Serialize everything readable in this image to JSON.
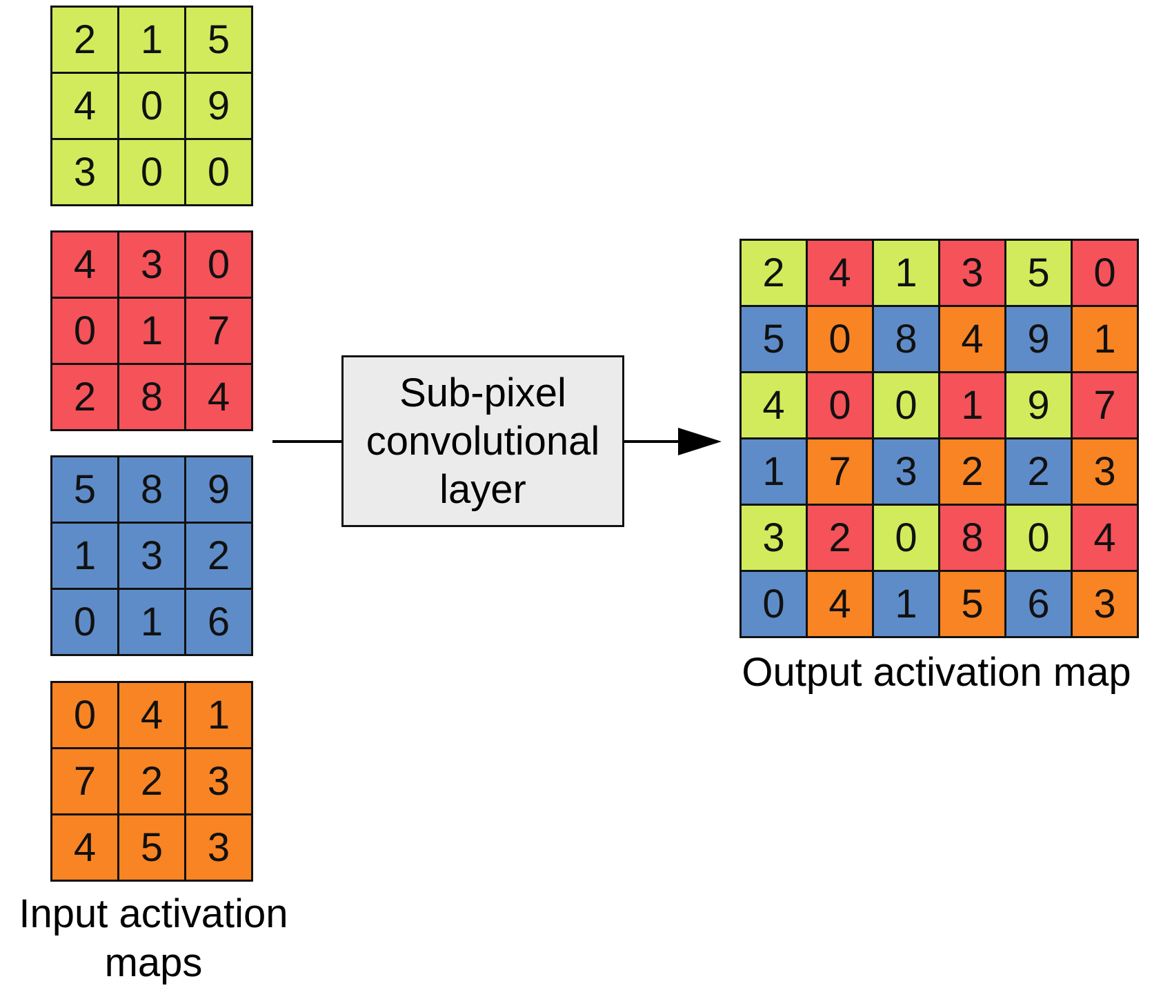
{
  "colors": {
    "green": "#d2eb5c",
    "red": "#f55259",
    "blue": "#5e8cc8",
    "orange": "#f98424",
    "box_fill": "#ebebeb",
    "border": "#111111"
  },
  "input_maps": [
    {
      "color": "green",
      "values": [
        [
          2,
          1,
          5
        ],
        [
          4,
          0,
          9
        ],
        [
          3,
          0,
          0
        ]
      ]
    },
    {
      "color": "red",
      "values": [
        [
          4,
          3,
          0
        ],
        [
          0,
          1,
          7
        ],
        [
          2,
          8,
          4
        ]
      ]
    },
    {
      "color": "blue",
      "values": [
        [
          5,
          8,
          9
        ],
        [
          1,
          3,
          2
        ],
        [
          0,
          1,
          6
        ]
      ]
    },
    {
      "color": "orange",
      "values": [
        [
          0,
          4,
          1
        ],
        [
          7,
          2,
          3
        ],
        [
          4,
          5,
          3
        ]
      ]
    }
  ],
  "input_label": [
    "Input activation",
    "maps"
  ],
  "process_box": {
    "lines": [
      "Sub-pixel",
      "convolutional",
      "layer"
    ]
  },
  "output_map": {
    "values": [
      [
        2,
        4,
        1,
        3,
        5,
        0
      ],
      [
        5,
        0,
        8,
        4,
        9,
        1
      ],
      [
        4,
        0,
        0,
        1,
        9,
        7
      ],
      [
        1,
        7,
        3,
        2,
        2,
        3
      ],
      [
        3,
        2,
        0,
        8,
        0,
        4
      ],
      [
        0,
        4,
        1,
        5,
        6,
        3
      ]
    ],
    "colors": [
      [
        "green",
        "red",
        "green",
        "red",
        "green",
        "red"
      ],
      [
        "blue",
        "orange",
        "blue",
        "orange",
        "blue",
        "orange"
      ],
      [
        "green",
        "red",
        "green",
        "red",
        "green",
        "red"
      ],
      [
        "blue",
        "orange",
        "blue",
        "orange",
        "blue",
        "orange"
      ],
      [
        "green",
        "red",
        "green",
        "red",
        "green",
        "red"
      ],
      [
        "blue",
        "orange",
        "blue",
        "orange",
        "blue",
        "orange"
      ]
    ]
  },
  "output_label": "Output activation map"
}
